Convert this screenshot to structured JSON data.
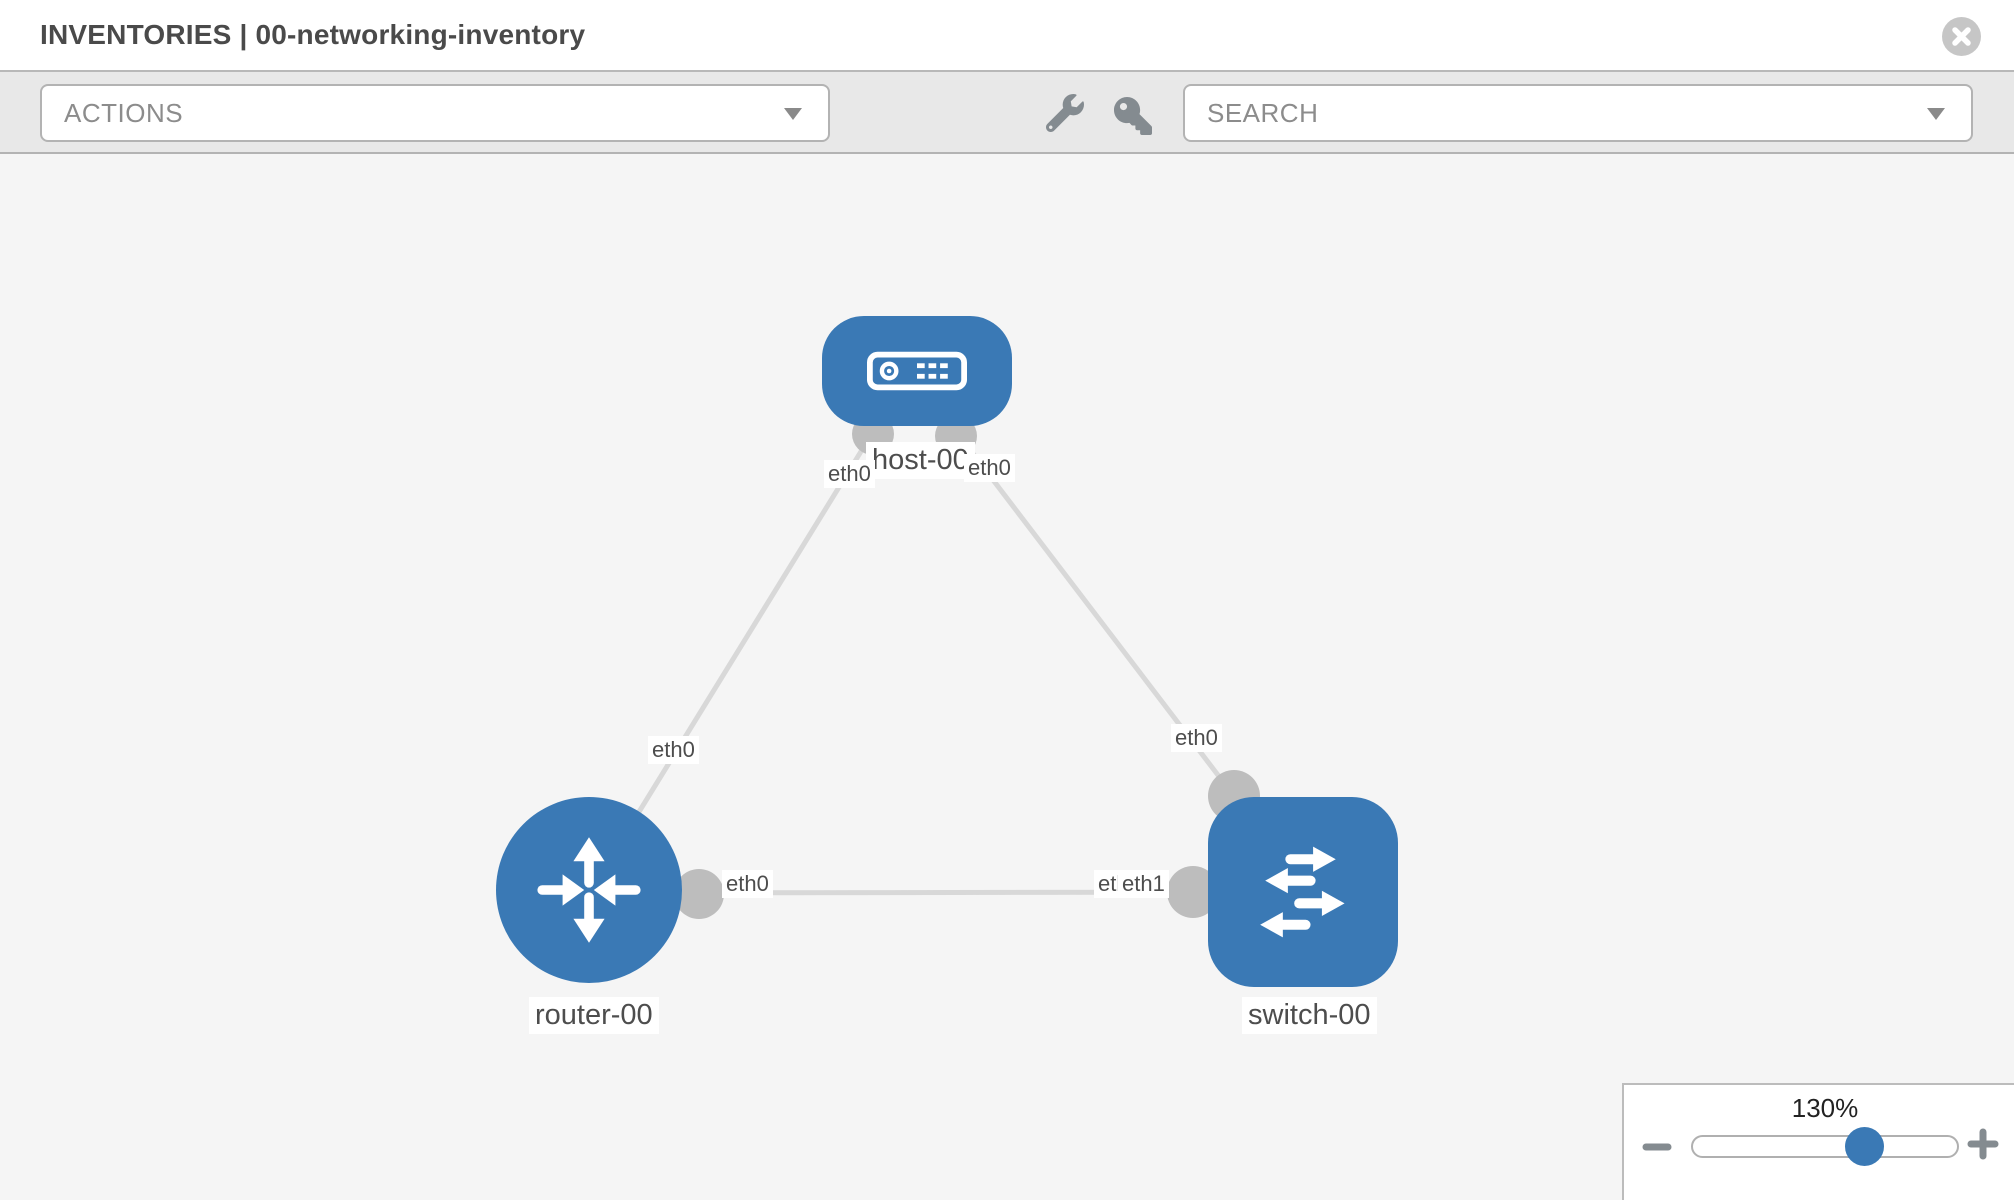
{
  "header": {
    "title": "INVENTORIES | 00-networking-inventory",
    "close_icon": "circle-x-icon"
  },
  "toolbar": {
    "actions_dropdown": {
      "value": "ACTIONS"
    },
    "search_dropdown": {
      "value": "SEARCH"
    },
    "tool_icons": [
      "wrench-icon",
      "key-icon"
    ]
  },
  "topology": {
    "nodes": [
      {
        "label": "host-00",
        "type": "host",
        "icon": "server-icon"
      },
      {
        "label": "router-00",
        "type": "router",
        "icon": "router-arrows-icon"
      },
      {
        "label": "switch-00",
        "type": "switch",
        "icon": "switch-arrows-icon"
      }
    ],
    "links": [
      {
        "from": "host-00",
        "from_interface": "eth0",
        "to": "router-00",
        "to_interface": "eth0"
      },
      {
        "from": "host-00",
        "from_interface": "eth0",
        "to": "switch-00",
        "to_interface": "eth0"
      },
      {
        "from": "router-00",
        "from_interface": "eth0",
        "to": "switch-00",
        "to_interface": "eth1"
      }
    ],
    "labels": {
      "host": "host-00",
      "router": "router-00",
      "switch": "switch-00",
      "host_if_left": "eth0",
      "host_if_right": "eth0",
      "link_host_router_if": "eth0",
      "link_host_switch_if": "eth0",
      "link_horizontal_router_if": "eth0",
      "link_horizontal_switch_if_back": "eth0",
      "link_horizontal_switch_if_front": "eth1"
    }
  },
  "zoom_control": {
    "level": "130%",
    "percent": 65,
    "minus_icon": "minus-icon",
    "plus_icon": "plus-icon"
  },
  "colors": {
    "node_blue": "#3a79b5",
    "edge_gray": "#d8d8d8",
    "connector_gray": "#bdbdbd",
    "toolbar_gray": "#e8e8e8",
    "canvas_gray": "#f5f5f5"
  }
}
